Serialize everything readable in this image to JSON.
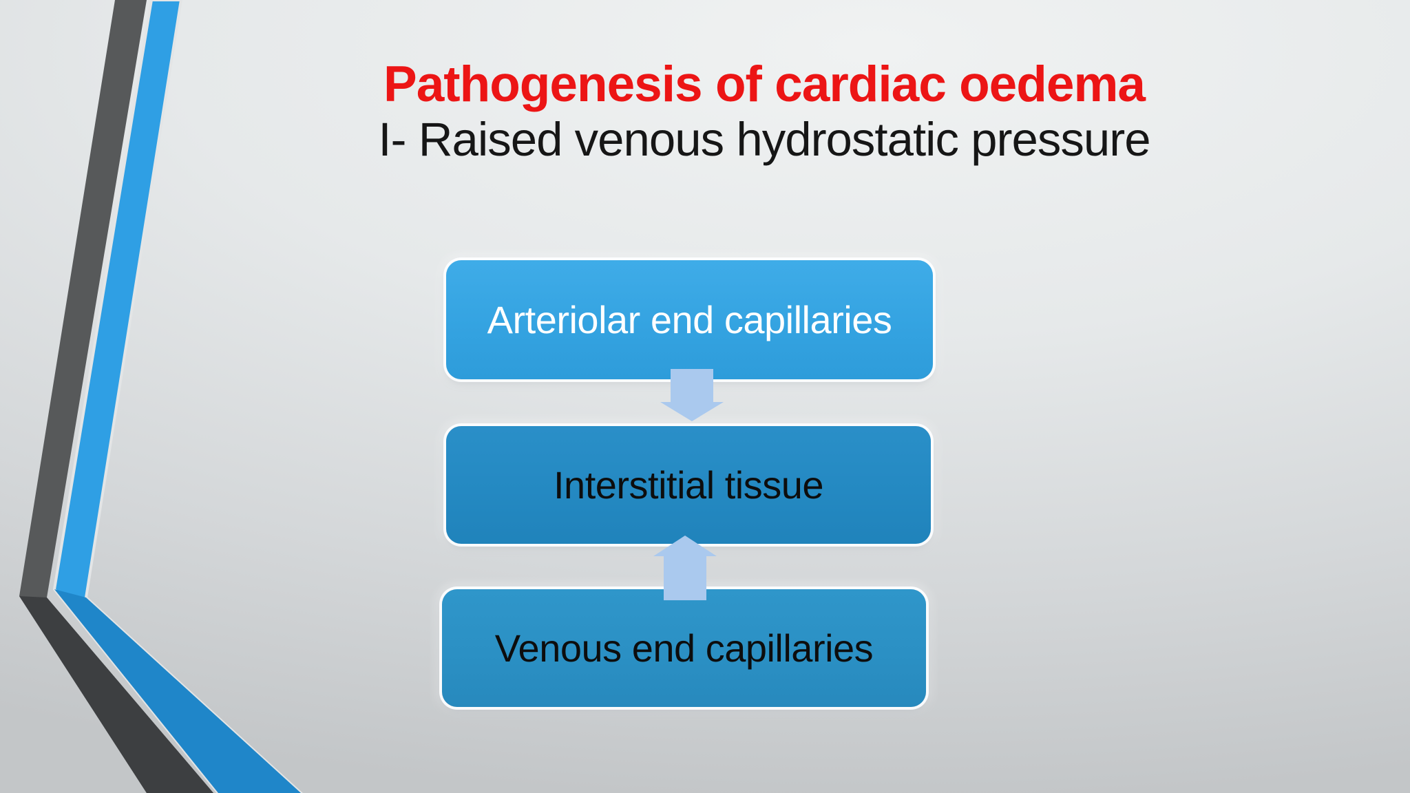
{
  "slide": {
    "title": "Pathogenesis of cardiac oedema",
    "subtitle": "I- Raised venous hydrostatic pressure",
    "title_color": "#ec1515",
    "subtitle_color": "#161616",
    "background_top_color": "#f0f2f2",
    "background_bottom_color": "#c3c6c8"
  },
  "diagram": {
    "type": "vertical-process-flow",
    "boxes": [
      {
        "label": "Arteriolar end capillaries",
        "fill": "#34a3e1",
        "text_color": "#ffffff"
      },
      {
        "label": "Interstitial tissue",
        "fill": "#2489c2",
        "text_color": "#0d0d0d"
      },
      {
        "label": "Venous end capillaries",
        "fill": "#2b90c4",
        "text_color": "#0d0d0d"
      }
    ],
    "arrows": [
      {
        "name": "down-arrow",
        "direction": "down",
        "from": "Arteriolar end capillaries",
        "to": "Interstitial tissue",
        "color": "#aac9ee"
      },
      {
        "name": "up-arrow",
        "direction": "up",
        "from": "Venous end capillaries",
        "to": "Interstitial tissue",
        "color": "#aac9ee"
      }
    ]
  },
  "decoration": {
    "gray_ribbon_color": "#57595a",
    "gray_ribbon_lower_color": "#3d3f41",
    "blue_ribbon_color": "#2f9fe4",
    "blue_ribbon_lower_color": "#1f86c9"
  }
}
